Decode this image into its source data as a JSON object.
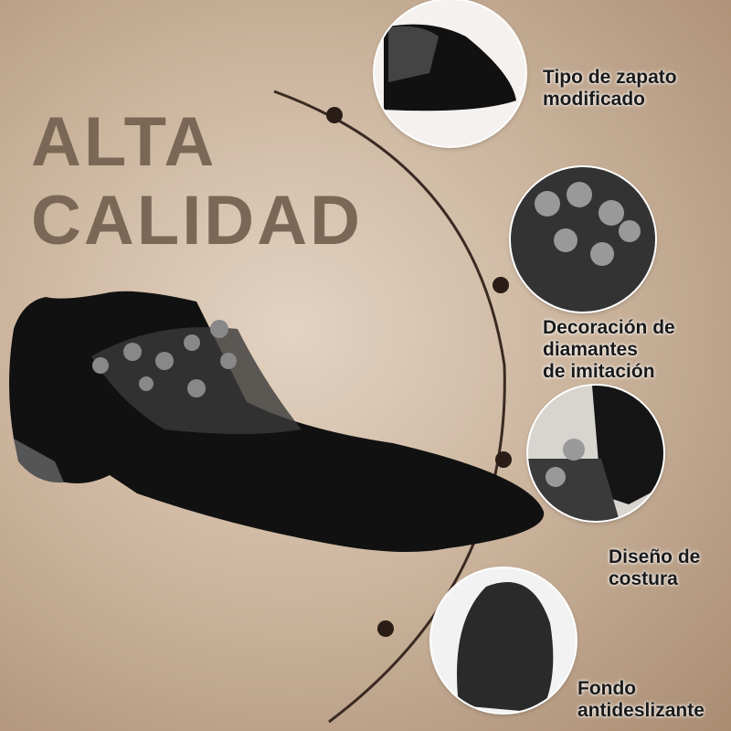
{
  "headline": {
    "line1": "ALTA",
    "line2": "CALIDAD"
  },
  "features": [
    {
      "line1": "Tipo de zapato",
      "line2": "modificado"
    },
    {
      "line1": "Decoración de",
      "line2": "diamantes",
      "line3": "de imitación"
    },
    {
      "line1": "Diseño de",
      "line2": "costura"
    },
    {
      "line1": "Fondo",
      "line2": "antideslizante"
    }
  ],
  "colors": {
    "background": "#cdb69f",
    "headline": "#7b6756",
    "arc": "#3a2a22"
  }
}
